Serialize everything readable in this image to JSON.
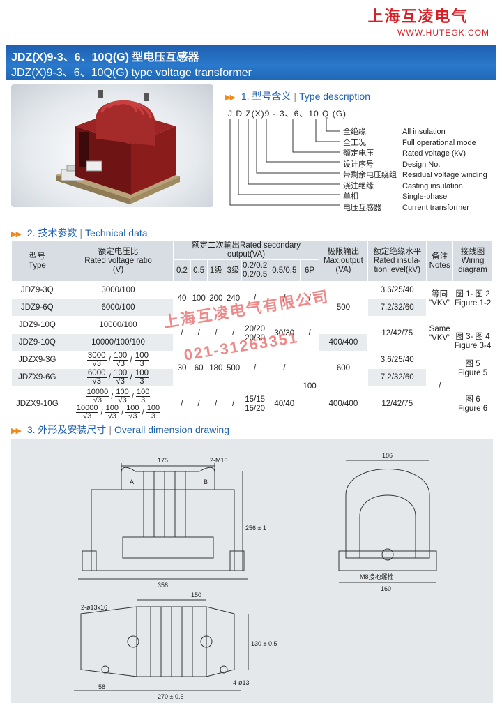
{
  "brand": {
    "name_cn": "上海互凌电气",
    "url": "WWW.HUTEGK.COM"
  },
  "title": {
    "cn": "JDZ(X)9-3、6、10Q(G) 型电压互感器",
    "en": "JDZ(X)9-3、6、10Q(G)  type voltage transformer"
  },
  "section1": {
    "num": "1.",
    "title_cn": "型号含义",
    "title_en": "Type description",
    "model_code": "J D Z(X)9 - 3、6、10 Q (G)",
    "items": [
      {
        "cn": "全绝缘",
        "en": "All insulation"
      },
      {
        "cn": "全工况",
        "en": "Full operational mode"
      },
      {
        "cn": "额定电压",
        "en": "Rated voltage (kV)"
      },
      {
        "cn": "设计序号",
        "en": "Design No."
      },
      {
        "cn": "带剩余电压绕组",
        "en": "Residual voltage winding"
      },
      {
        "cn": "浇注绝缘",
        "en": "Casting insulation"
      },
      {
        "cn": "单相",
        "en": "Single-phase"
      },
      {
        "cn": "电压互感器",
        "en": "Current transformer"
      }
    ]
  },
  "section2": {
    "num": "2.",
    "title_cn": "技术参数",
    "title_en": "Technical data",
    "headers": {
      "type_cn": "型号",
      "type_en": "Type",
      "ratio_cn": "额定电压比",
      "ratio_en": "Rated voltage ratio",
      "ratio_unit": "(V)",
      "output": "额定二次输出Rated secondary output(VA)",
      "sub": [
        "0.2",
        "0.5",
        "1级",
        "3级",
        "0.2/0.2",
        "0.2/0.5",
        "0.5/0.5",
        "6P"
      ],
      "max_cn": "极限输出",
      "max_en": "Max.output",
      "max_unit": "(VA)",
      "ins_cn": "额定绝缘水平",
      "ins_en1": "Rated insula-",
      "ins_en2": "tion level(kV)",
      "notes_cn": "备注",
      "notes_en": "Notes",
      "wiring_cn": "接线图",
      "wiring_en1": "Wiring",
      "wiring_en2": "diagram"
    },
    "rows": {
      "r1": {
        "type": "JDZ9-3Q",
        "ratio": "3000/100",
        "ins": "3.6/25/40"
      },
      "r2": {
        "type": "JDZ9-6Q",
        "ratio": "6000/100",
        "ins": "7.2/32/60"
      },
      "r3": {
        "type": "JDZ9-10Q",
        "ratio": "10000/100"
      },
      "r4": {
        "type": "JDZ9-10Q",
        "ratio": "10000/100/100"
      },
      "r5": {
        "type": "JDZX9-3G",
        "ins": "3.6/25/40"
      },
      "r6": {
        "type": "JDZX9-6G",
        "ins": "7.2/32/60"
      },
      "r7": {
        "type": "JDZX9-10G"
      }
    },
    "group1": {
      "v02": "40",
      "v05": "100",
      "v1": "200",
      "v3": "240",
      "v0202": "/",
      "v0505": "/",
      "v6p": "/",
      "max": "500"
    },
    "group2": {
      "v02": "/",
      "v05": "/",
      "v1": "/",
      "v3": "/",
      "v0202a": "20/20",
      "v0202b": "20/30",
      "v0505": "30/30",
      "max": "400/400"
    },
    "group3": {
      "v02": "30",
      "v05": "60",
      "v1": "180",
      "v3": "500",
      "v0202": "/",
      "v0505": "/",
      "max": "600"
    },
    "group4": {
      "v02": "/",
      "v05": "/",
      "v1": "/",
      "v3": "/",
      "v0202a": "15/15",
      "v0202b": "15/20",
      "v0505": "40/40",
      "max": "400/400"
    },
    "v6p_g": "100",
    "ins_10": "12/42/75",
    "notes_a": {
      "cn": "等同",
      "q": "\"VKV\"",
      "en": "Same",
      "q2": "\"VKV\""
    },
    "notes_b": "/",
    "wiring": {
      "a_cn": "图 1- 图 2",
      "a_en": "Figure 1-2",
      "b_cn": "图 3- 图 4",
      "b_en": "Figure 3-4",
      "c_cn": "图 5",
      "c_en": "Figure 5",
      "d_cn": "图 6",
      "d_en": "Figure 6"
    },
    "frac": {
      "r5": [
        "3000",
        "3",
        "100",
        "3",
        "100",
        "3"
      ],
      "r6": [
        "6000",
        "3",
        "100",
        "3",
        "100",
        "3"
      ],
      "r7a": [
        "10000",
        "3",
        "100",
        "3",
        "100",
        "3"
      ],
      "r7b": [
        "10000",
        "3",
        "100",
        "3",
        "100",
        "3",
        "100",
        "3"
      ]
    }
  },
  "section3": {
    "num": "3.",
    "title_cn": "外形及安装尺寸",
    "title_en": "Overall dimension drawing"
  },
  "dims": {
    "d175": "175",
    "m10": "2-M10",
    "a": "A",
    "b": "B",
    "d256": "256 ± 1",
    "d358": "358",
    "d186": "186",
    "bolt": "M8接地螺栓",
    "d160": "160",
    "d2013": "2-ø13x16",
    "d150": "150",
    "d130": "130 ± 0.5",
    "d58": "58",
    "d270": "270 ± 0.5",
    "d4013": "4-ø13"
  },
  "watermark": {
    "line1": "上海互凌电气有限公司",
    "line2": "021-31263351"
  }
}
